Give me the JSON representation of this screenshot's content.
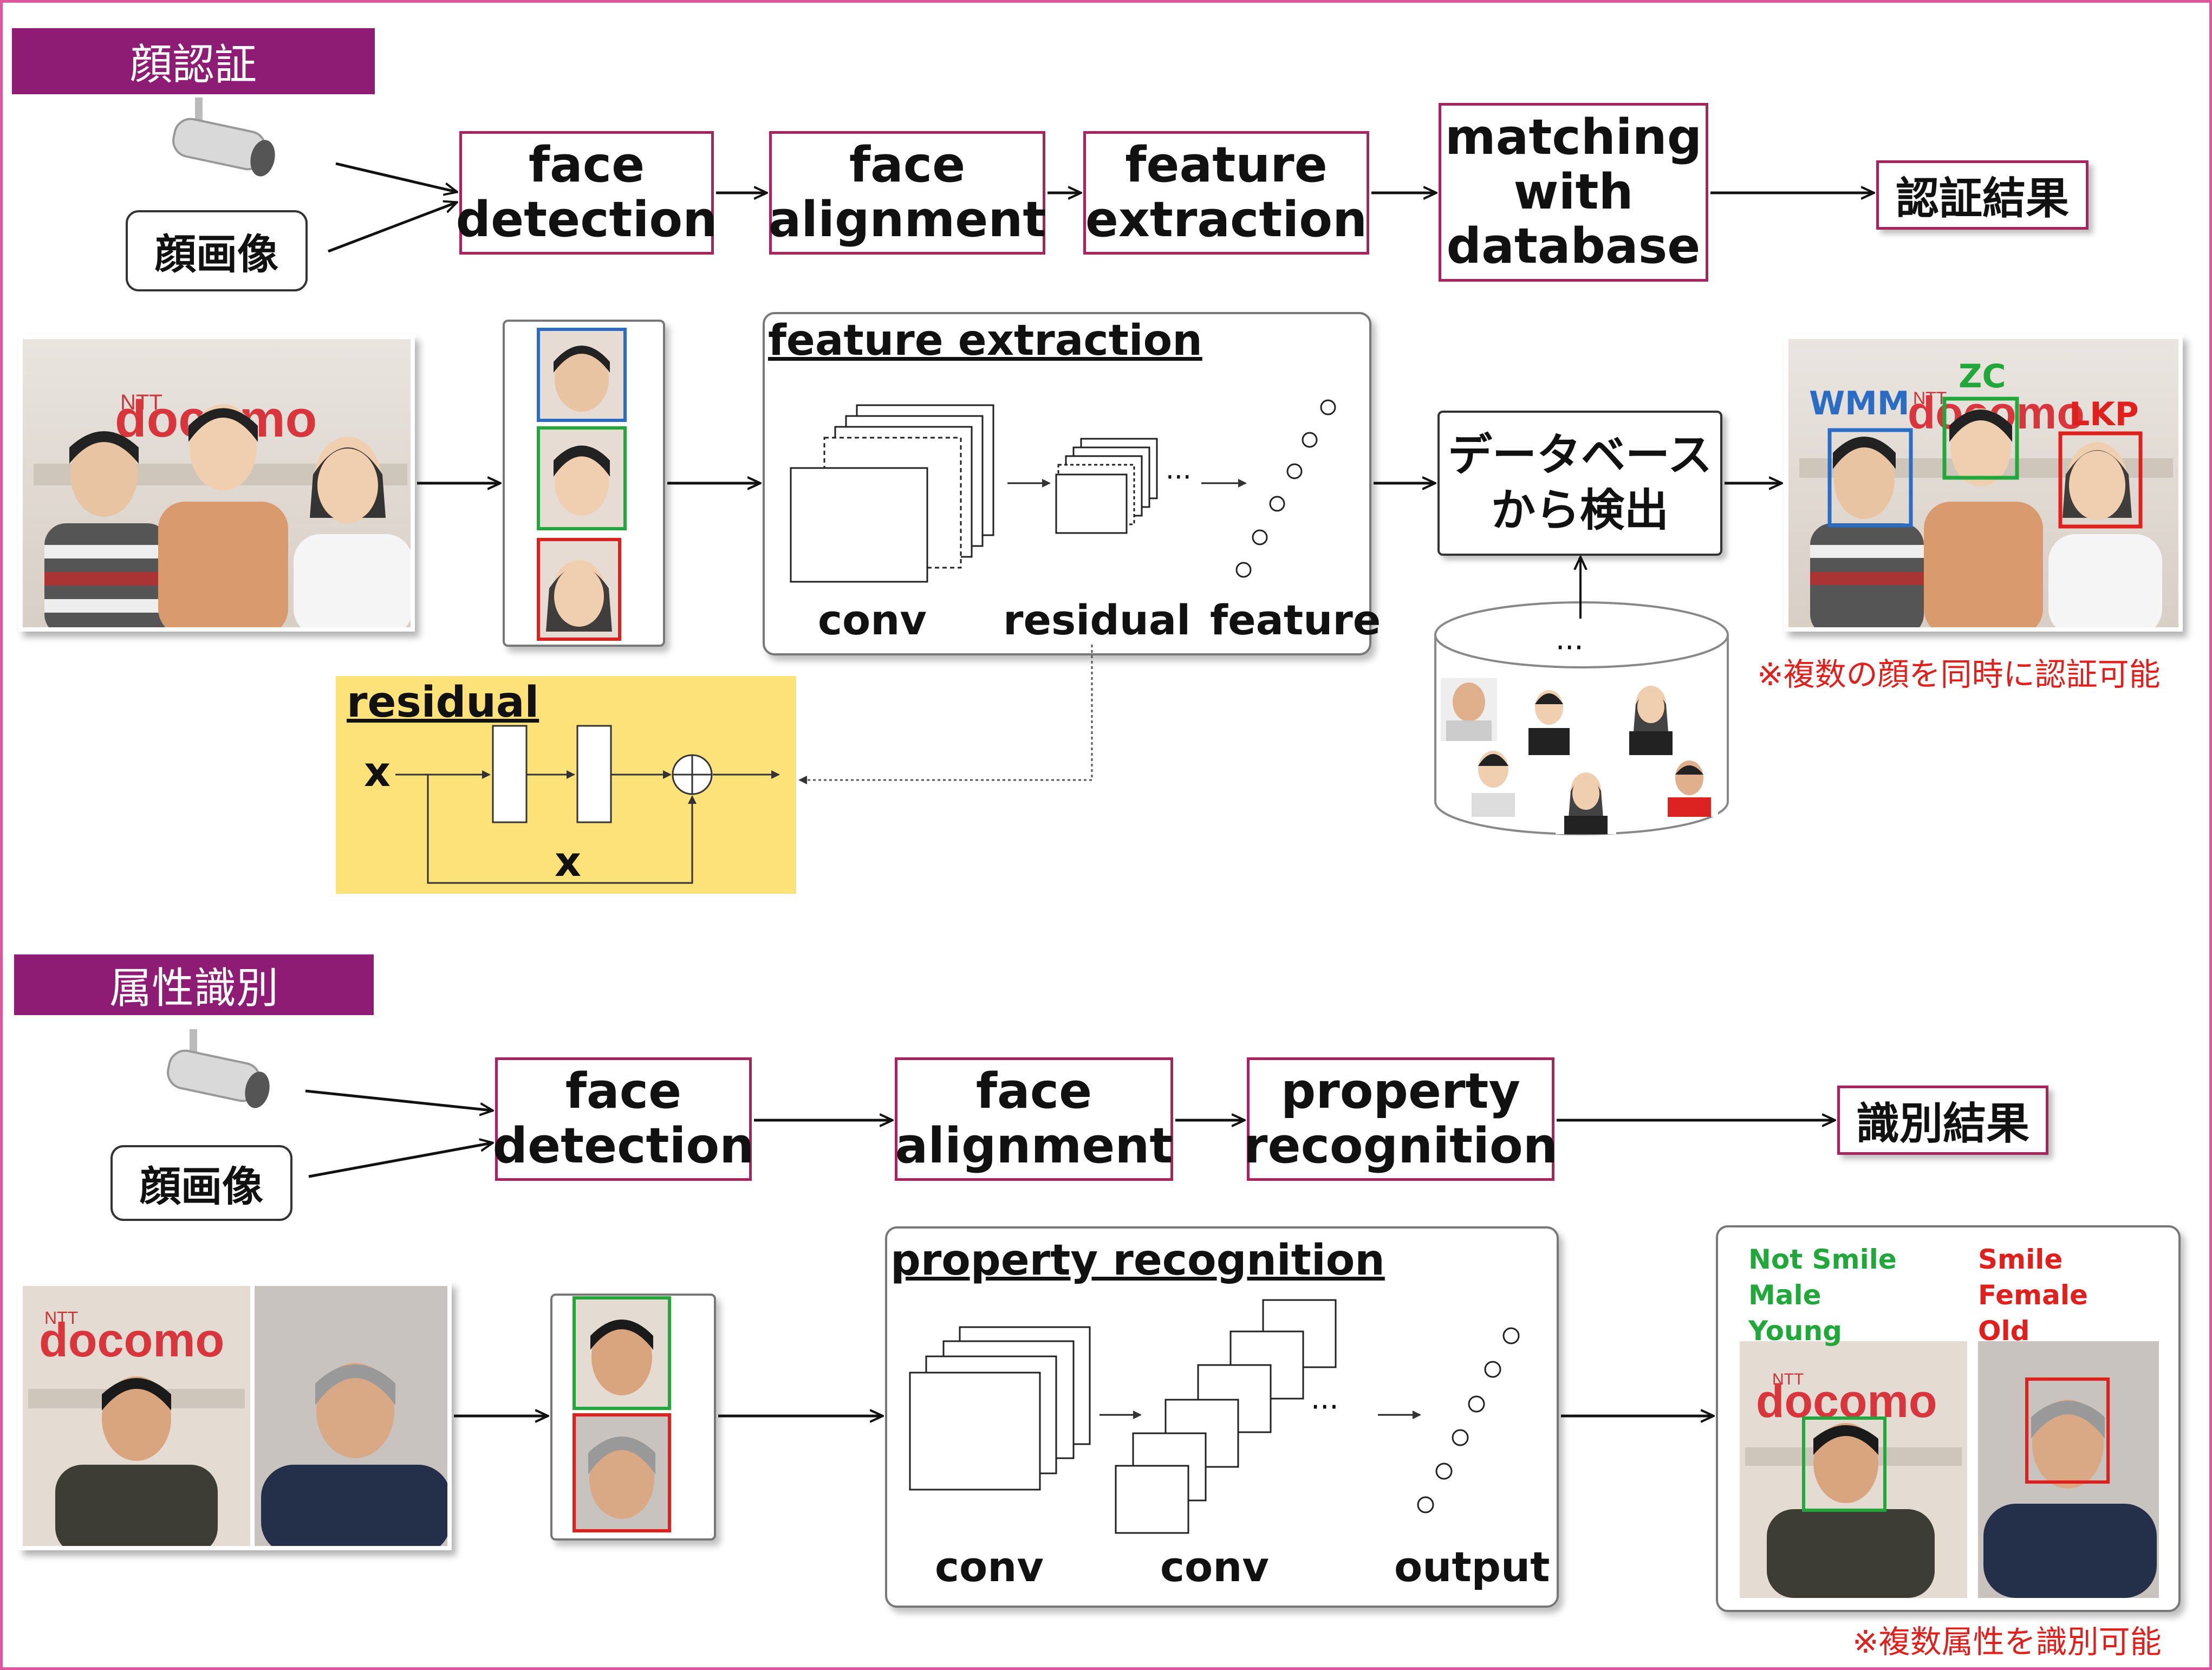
{
  "section1": {
    "banner": "顔認証",
    "input_label": "顔画像",
    "steps": [
      {
        "label": "face\ndetection"
      },
      {
        "label": "face\nalignment"
      },
      {
        "label": "feature\nextraction"
      },
      {
        "label": "matching\nwith\ndatabase"
      }
    ],
    "result": "認証結果",
    "feature_panel": {
      "title": "feature extraction",
      "conv": "conv",
      "residual": "residual",
      "feature": "feature",
      "ellipsis": "···"
    },
    "residual_panel": {
      "title": "residual",
      "x_input": "x",
      "x_skip": "x"
    },
    "db_button": "データベース\nから検出",
    "db_ellipsis": "···",
    "names": {
      "wmm": "WMM",
      "zc": "ZC",
      "lkp": "LKP"
    },
    "docomo_brand": "docomo",
    "ntt": "NTT",
    "note": "※複数の顔を同時に認証可能"
  },
  "section2": {
    "banner": "属性識別",
    "input_label": "顔画像",
    "steps": [
      {
        "label": "face\ndetection"
      },
      {
        "label": "face\nalignment"
      },
      {
        "label": "property\nrecognition"
      }
    ],
    "result": "識別結果",
    "prop_panel": {
      "title": "property recognition",
      "conv1": "conv",
      "conv2": "conv",
      "output": "output",
      "ellipsis": "···"
    },
    "attrs_left": "Not Smile\nMale\nYoung",
    "attrs_right": "Smile\nFemale\nOld",
    "docomo_brand": "docomo",
    "ntt": "NTT",
    "note": "※複数属性を識別可能"
  },
  "colors": {
    "accent": "#8e1c74",
    "box_border": "#a8245f",
    "frame": "#e0559f",
    "note_red": "#e0201c",
    "green": "#22a83a",
    "blue": "#2b6cc4",
    "red": "#e0201c",
    "residual_bg": "#fde27a"
  }
}
